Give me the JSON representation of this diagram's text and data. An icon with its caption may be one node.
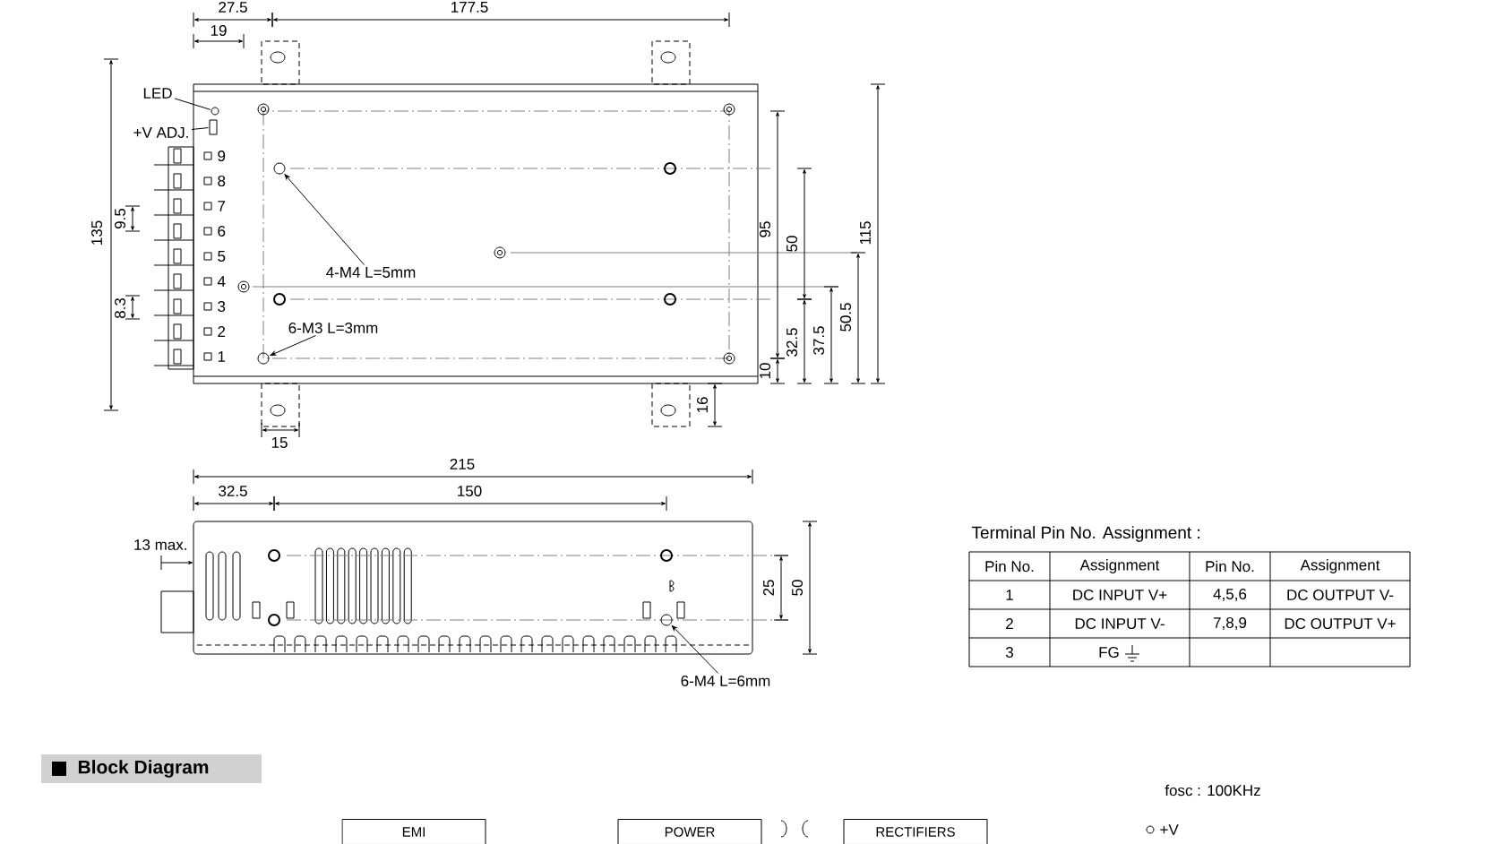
{
  "diagram": {
    "nodes": [
      {
        "text": [
          "LED"
        ]
      },
      {
        "text": [],
        "shape": "circle"
      },
      {
        "text": [
          "+V ADJ."
        ]
      },
      {
        "text": [],
        "shape": "box"
      },
      {
        "text": [
          "4-M4 L=5mm"
        ]
      },
      {
        "text": [],
        "shape": "circle"
      },
      {
        "text": [
          "6-M3 L=3mm"
        ]
      },
      {
        "text": [],
        "shape": "circle"
      },
      {
        "text": [
          "6-M4 L=6mm"
        ]
      },
      {
        "text": [],
        "shape": "circle"
      },
      {
        "text": [
          "EMI"
        ]
      },
      {
        "text": [
          "POWER"
        ]
      },
      {
        "text": [
          "RECTIFIERS"
        ]
      }
    ],
    "edges": [
      {
        "from": 0,
        "to": 1,
        "arrow": "none"
      },
      {
        "from": 2,
        "to": 3,
        "arrow": "none"
      },
      {
        "from": 4,
        "to": 5,
        "arrow": "to"
      },
      {
        "from": 6,
        "to": 7,
        "arrow": "to"
      },
      {
        "from": 8,
        "to": 9,
        "arrow": "to"
      }
    ],
    "labels": [
      "27.5",
      "177.5",
      "19",
      "9",
      "8",
      "7",
      "6",
      "5",
      "4",
      "3",
      "2",
      "1",
      "135",
      "9.5",
      "8.3",
      "95",
      "50",
      "115",
      "32.5",
      "37.5",
      "50.5",
      "10",
      "16",
      "15",
      "215",
      "32.5",
      "150",
      "13 max.",
      "25",
      "50",
      "Terminal Pin No. Assignment :",
      "Pin No.",
      "Assignment",
      "Pin No.",
      "Assignment",
      "1",
      "DC INPUT V+",
      "4,5,6",
      "DC OUTPUT V-",
      "2",
      "DC INPUT V-",
      "7,8,9",
      "DC OUTPUT V+",
      "3",
      "FG",
      "Block Diagram",
      "fosc : 100KHz",
      "+V"
    ]
  }
}
